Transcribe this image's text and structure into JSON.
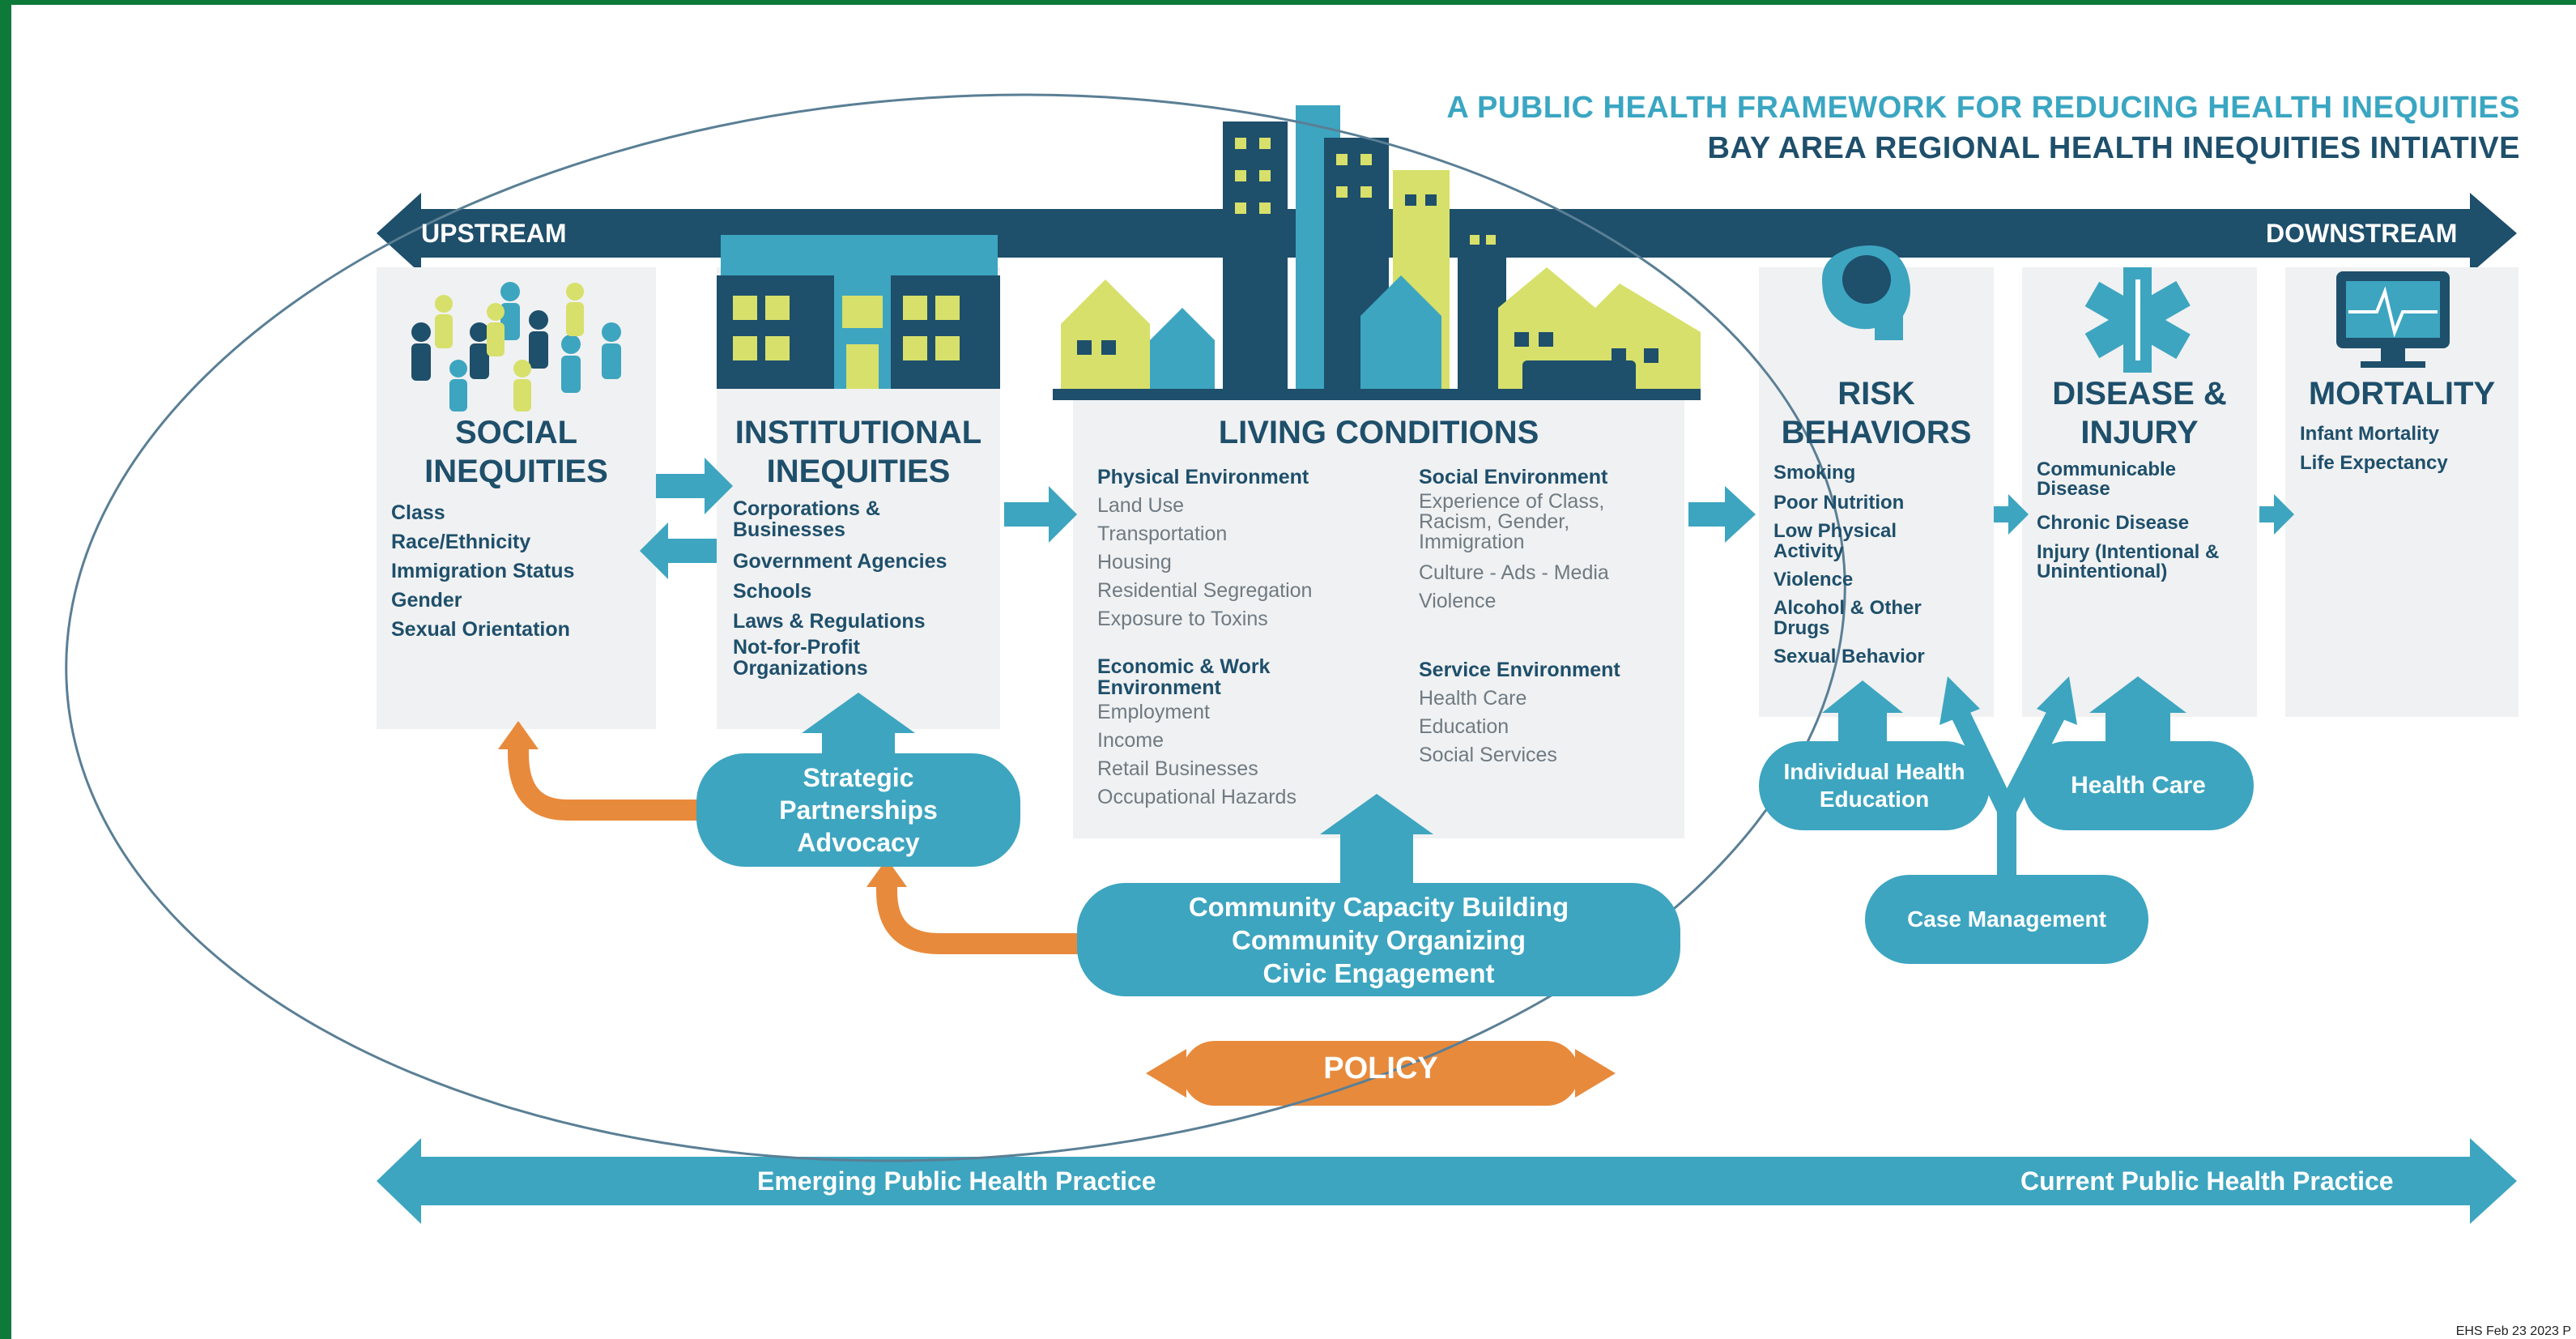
{
  "title": "A PUBLIC HEALTH FRAMEWORK FOR REDUCING HEALTH INEQUITIES",
  "subtitle": "BAY AREA REGIONAL HEALTH INEQUITIES INTIATIVE",
  "top_arrow": {
    "left": "UPSTREAM",
    "right": "DOWNSTREAM"
  },
  "bottom_arrow": {
    "left": "Emerging Public Health Practice",
    "right": "Current Public Health Practice"
  },
  "columns": {
    "social": {
      "title_line1": "SOCIAL",
      "title_line2": "INEQUITIES",
      "items": [
        "Class",
        "Race/Ethnicity",
        "Immigration Status",
        "Gender",
        "Sexual Orientation"
      ]
    },
    "institutional": {
      "title_line1": "INSTITUTIONAL",
      "title_line2": "INEQUITIES",
      "items": [
        "Corporations & Businesses",
        "Government Agencies",
        "Schools",
        "Laws & Regulations",
        "Not-for-Profit Organizations"
      ]
    },
    "living": {
      "title": "LIVING CONDITIONS",
      "physical": {
        "heading": "Physical Environment",
        "items": [
          "Land Use",
          "Transportation",
          "Housing",
          "Residential Segregation",
          "Exposure to Toxins"
        ]
      },
      "economic": {
        "heading": "Economic & Work Environment",
        "items": [
          "Employment",
          "Income",
          "Retail Businesses",
          "Occupational Hazards"
        ]
      },
      "social_env": {
        "heading": "Social Environment",
        "items": [
          "Experience of Class, Racism, Gender, Immigration",
          "Culture - Ads - Media",
          "Violence"
        ]
      },
      "service": {
        "heading": "Service Environment",
        "items": [
          "Health Care",
          "Education",
          "Social Services"
        ]
      }
    },
    "risk": {
      "title_line1": "RISK",
      "title_line2": "BEHAVIORS",
      "items": [
        "Smoking",
        "Poor Nutrition",
        "Low Physical Activity",
        "Violence",
        "Alcohol & Other Drugs",
        "Sexual Behavior"
      ]
    },
    "disease": {
      "title_line1": "DISEASE &",
      "title_line2": "INJURY",
      "items": [
        "Communicable Disease",
        "Chronic Disease",
        "Injury (Intentional & Unintentional)"
      ]
    },
    "mortality": {
      "title": "MORTALITY",
      "items": [
        "Infant Mortality",
        "Life Expectancy"
      ]
    }
  },
  "interventions": {
    "strategic": [
      "Strategic",
      "Partnerships",
      "Advocacy"
    ],
    "community": [
      "Community Capacity Building",
      "Community Organizing",
      "Civic Engagement"
    ],
    "policy": "POLICY",
    "individual": [
      "Individual Health",
      "Education"
    ],
    "health_care": "Health Care",
    "case_management": "Case Management"
  },
  "footer": "EHS Feb 23 2023 P",
  "colors": {
    "dark_teal": "#1e4f6b",
    "teal": "#3da5c0",
    "light_teal": "#3aa6c2",
    "orange": "#e88a3c",
    "panel": "#f0f1f2",
    "building_yellow": "#d7e06a",
    "frame_green": "#0e7a3a"
  }
}
